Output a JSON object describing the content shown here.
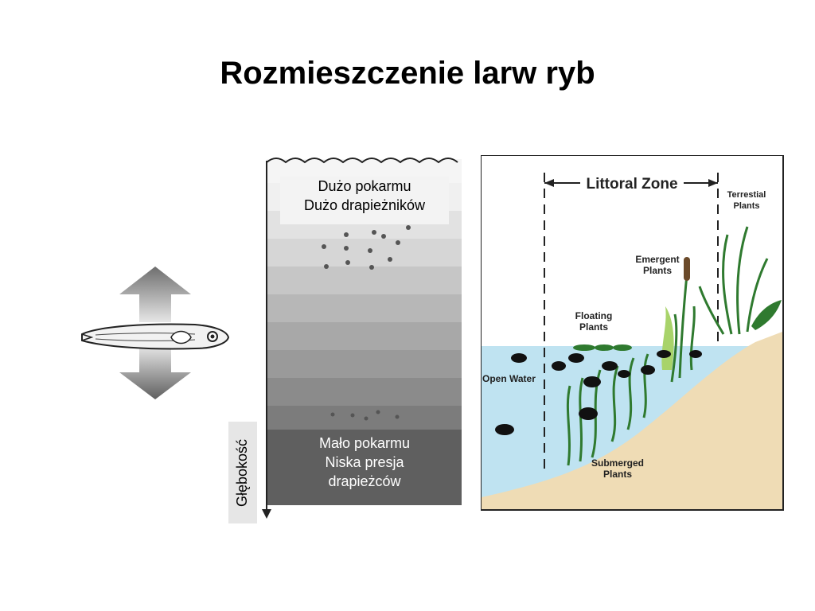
{
  "slide": {
    "title": "Rozmieszczenie larw ryb"
  },
  "depth_column": {
    "top_label": [
      "Dużo pokarmu",
      "Dużo drapieżników"
    ],
    "bottom_label": [
      "Mało pokarmu",
      "Niska presja",
      "drapieżców"
    ],
    "axis_label": "Głębokość"
  },
  "littoral_diagram": {
    "zone_label": "Littoral Zone",
    "open_water": "Open Water",
    "floating_plants": [
      "Floating",
      "Plants"
    ],
    "emergent_plants": [
      "Emergent",
      "Plants"
    ],
    "terrestrial_plants": [
      "Terrestial",
      "Plants"
    ],
    "submerged_plants": [
      "Submerged",
      "Plants"
    ]
  },
  "colors": {
    "water": "#bfe3f1",
    "shore": "#efdcb5",
    "plant": "#2f7a2f",
    "plant_light": "#a8d36a",
    "fish_dark": "#111111",
    "gradient_top": "#f4f4f4",
    "gradient_bottom": "#5a5a5a"
  }
}
